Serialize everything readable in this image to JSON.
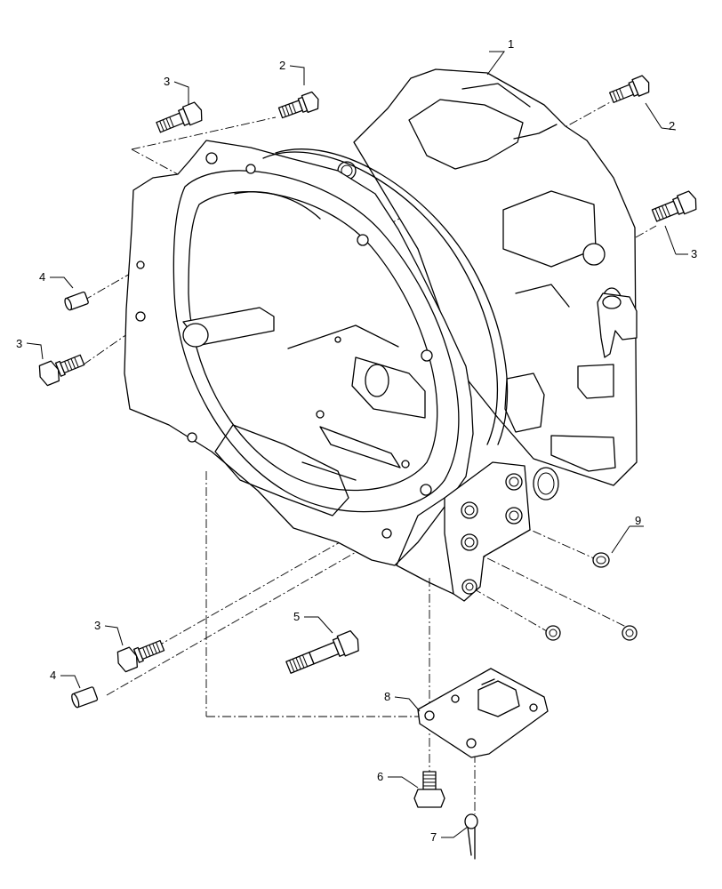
{
  "callouts": [
    {
      "id": "c1",
      "label": "1"
    },
    {
      "id": "c2a",
      "label": "2"
    },
    {
      "id": "c2b",
      "label": "2"
    },
    {
      "id": "c3a",
      "label": "3"
    },
    {
      "id": "c3b",
      "label": "3"
    },
    {
      "id": "c3c",
      "label": "3"
    },
    {
      "id": "c3d",
      "label": "3"
    },
    {
      "id": "c4a",
      "label": "4"
    },
    {
      "id": "c4b",
      "label": "4"
    },
    {
      "id": "c5",
      "label": "5"
    },
    {
      "id": "c6",
      "label": "6"
    },
    {
      "id": "c7",
      "label": "7"
    },
    {
      "id": "c8",
      "label": "8"
    },
    {
      "id": "c9",
      "label": "9"
    }
  ]
}
